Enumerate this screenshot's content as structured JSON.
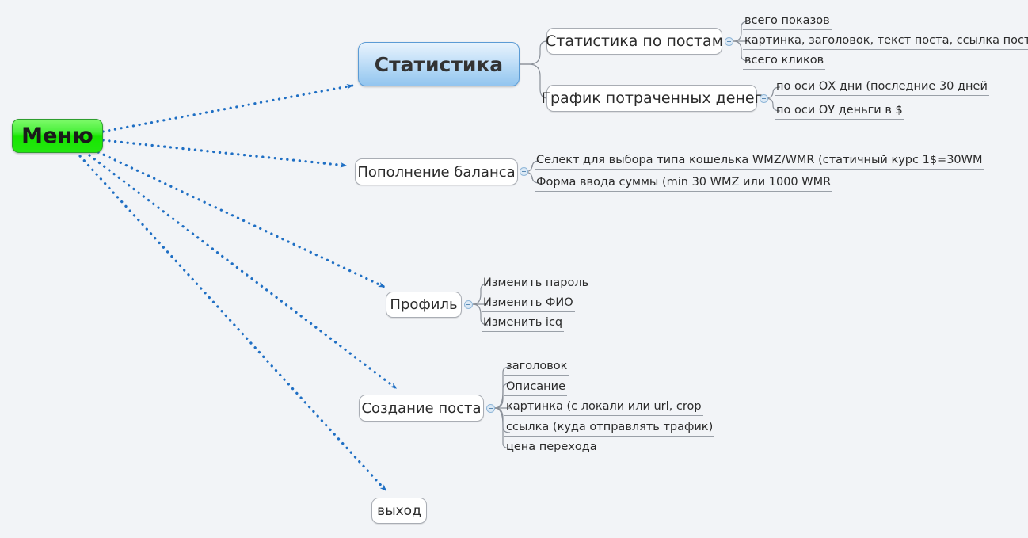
{
  "colors": {
    "background": "#f2f4f7",
    "root_fill": "#17e600",
    "root_border": "#2f9e2f",
    "primary_fill": "#a9d2f3",
    "primary_border": "#5b9bd5",
    "box_border": "#a9adb4",
    "box_fill": "#ffffff",
    "connector_dotted": "#1f6fc4",
    "connector_curve": "#8a9099",
    "leaf_underline": "#9aa0a8",
    "text": "#2b2b2b"
  },
  "root": {
    "label": "Меню"
  },
  "branches": [
    {
      "id": "statistika",
      "label": "Статистика",
      "children": [
        {
          "id": "statistika-po-postam",
          "label": "Статистика по постам",
          "leaves": [
            "всего показов",
            "картинка, заголовок, текст поста, ссылка поста",
            "всего кликов"
          ]
        },
        {
          "id": "grafik-potrachennyh-deneg",
          "label": "График потраченных денег",
          "leaves": [
            "по оси ОХ дни (последние 30 дней",
            "по оси ОУ деньги в $"
          ]
        }
      ]
    },
    {
      "id": "popolnenie-balansa",
      "label": "Пополнение баланса",
      "leaves": [
        "Селект для выбора типа кошелька WMZ/WMR (статичный курс 1$=30WM",
        "Форма ввода суммы (min 30 WMZ или 1000 WMR"
      ]
    },
    {
      "id": "profil",
      "label": "Профиль",
      "leaves": [
        "Изменить пароль",
        "Изменить ФИО",
        "Изменить icq"
      ]
    },
    {
      "id": "sozdanie-posta",
      "label": "Создание поста",
      "leaves": [
        "заголовок",
        "Описание",
        "картинка (с локали или url, crop",
        "ссылка (куда отправлять трафик)",
        "цена перехода"
      ]
    },
    {
      "id": "vyhod",
      "label": "выход",
      "leaves": []
    }
  ],
  "icons": {
    "collapse_toggle": "collapse-toggle-icon",
    "arrowhead": "arrowhead-icon"
  }
}
